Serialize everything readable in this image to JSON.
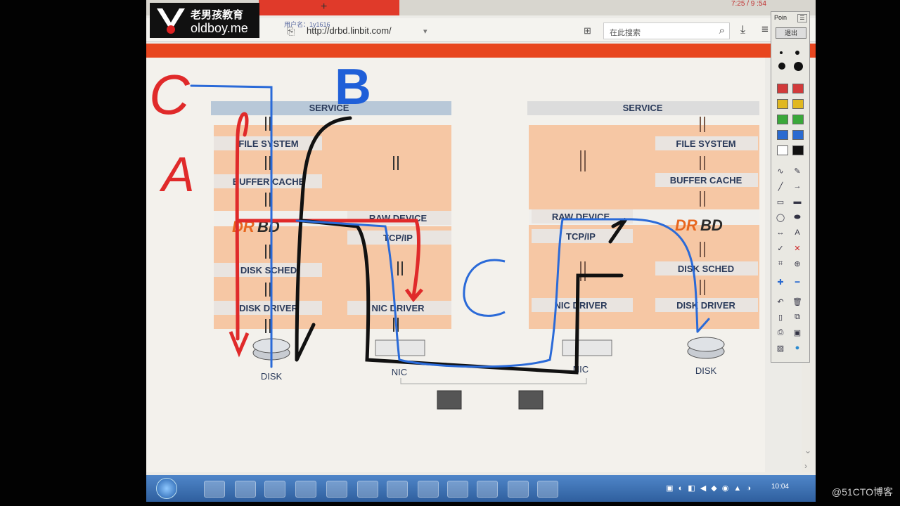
{
  "logo": {
    "cn": "老男孩教育",
    "en": "oldboy.me"
  },
  "browser": {
    "tab_plus": "+",
    "clock_top": "7:25 / 9 :54",
    "user_label": "用户名：1y1616",
    "url": "http://drbd.linbit.com/",
    "search_placeholder": "在此搜索",
    "icons": [
      "page-icon",
      "search-icon",
      "download-icon",
      "menu-icon"
    ]
  },
  "diagram": {
    "left": {
      "service": "SERVICE",
      "stack_left": [
        "FILE SYSTEM",
        "BUFFER CACHE",
        "DISK SCHED",
        "DISK DRIVER"
      ],
      "stack_right": [
        "RAW DEVICE",
        "TCP/IP",
        "NIC DRIVER"
      ],
      "disk": "DISK",
      "nic": "NIC"
    },
    "right": {
      "service": "SERVICE",
      "stack_right": [
        "FILE SYSTEM",
        "BUFFER CACHE",
        "DISK SCHED",
        "DISK DRIVER"
      ],
      "stack_left": [
        "RAW DEVICE",
        "TCP/IP",
        "NIC DRIVER"
      ],
      "disk": "DISK",
      "nic": "NIC"
    },
    "drbd_logo": {
      "dr": "DR",
      "bd": "BD"
    }
  },
  "annotations": {
    "letters": [
      "C",
      "A",
      "B"
    ]
  },
  "pointer_palette": {
    "title": "Poin",
    "exit": "退出",
    "colors": [
      "#d23a3a",
      "#e0b820",
      "#3aa83a",
      "#2a6ad0",
      "#ffffff",
      "#111111"
    ]
  },
  "taskbar": {
    "clock": "10:04"
  },
  "watermark": "@51CTO博客"
}
